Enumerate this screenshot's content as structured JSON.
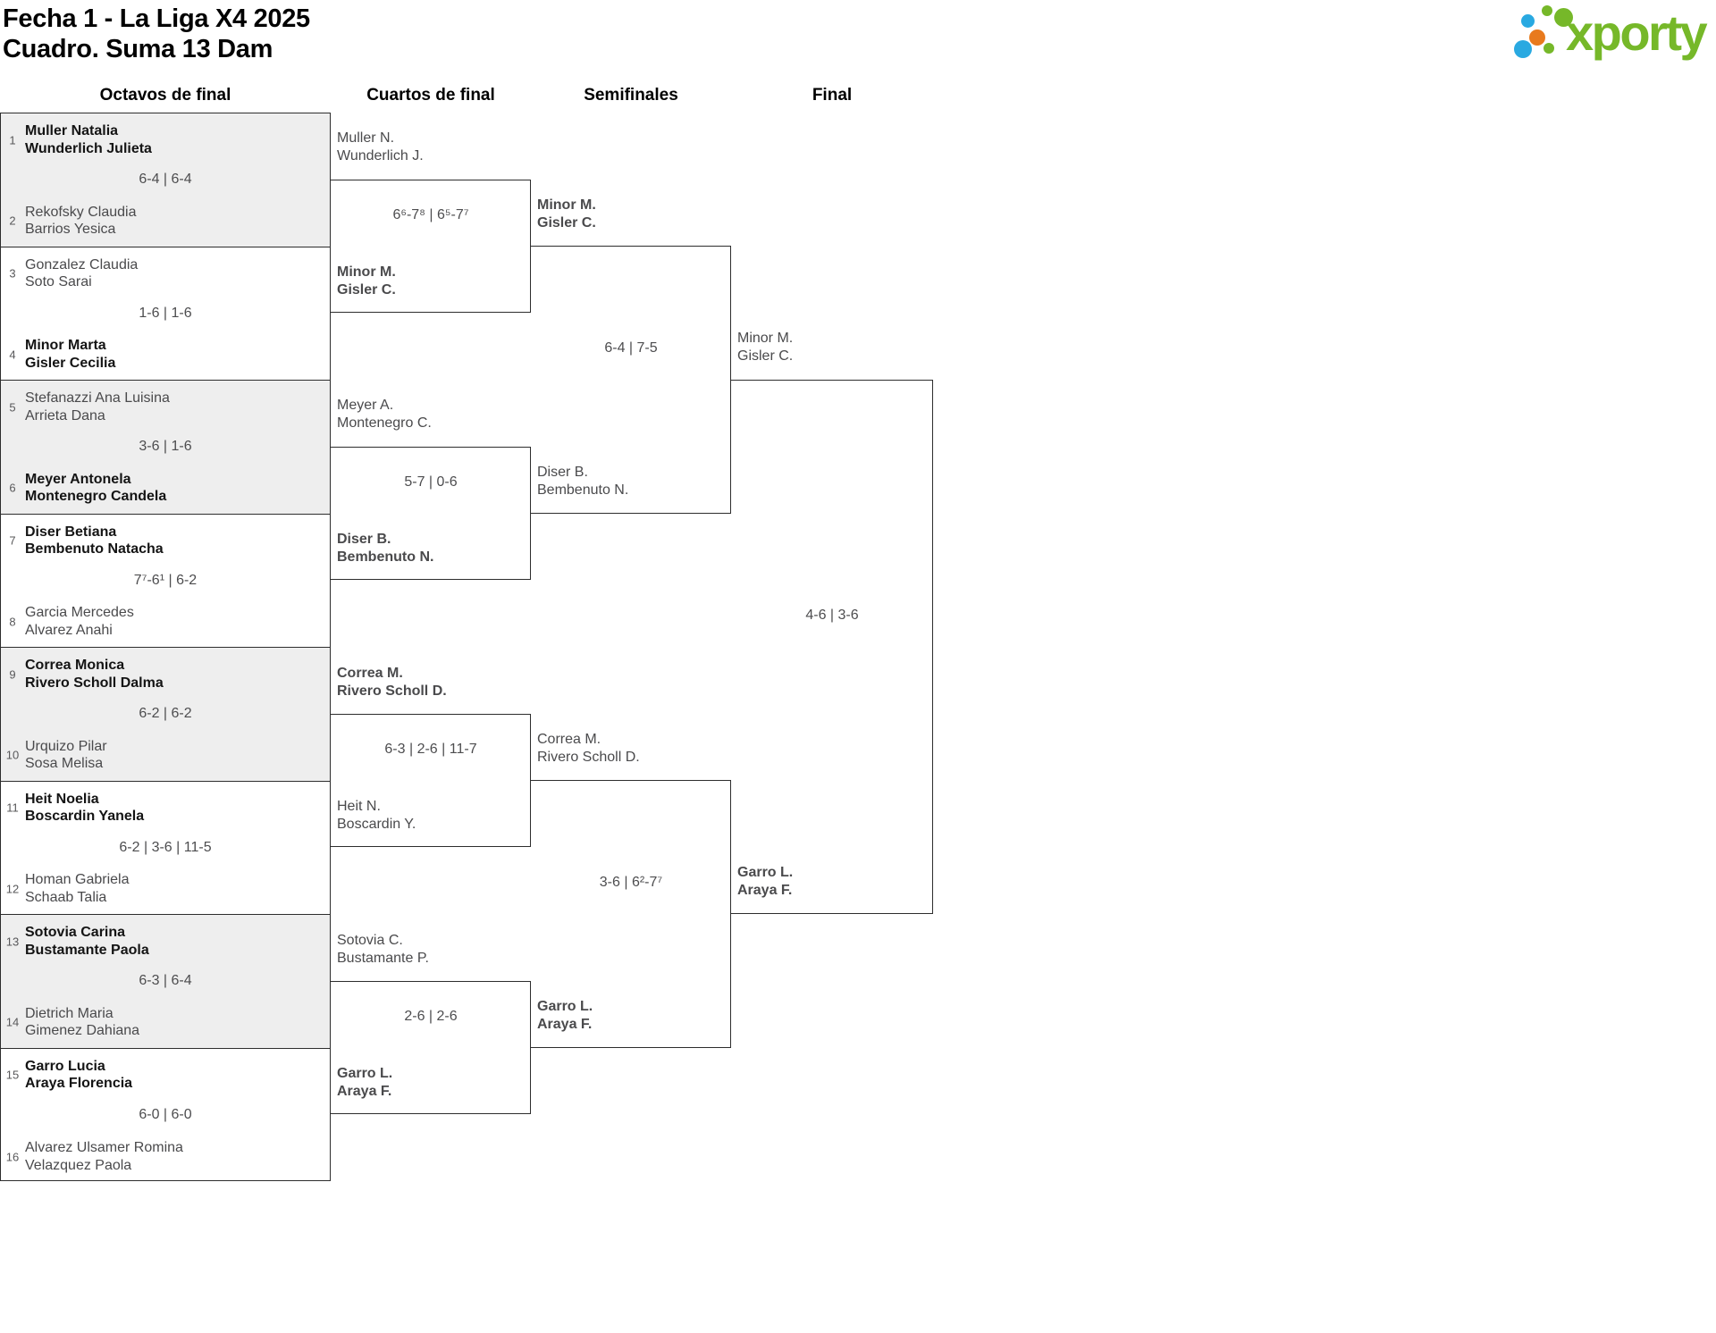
{
  "title": {
    "line1": "Fecha 1 - La Liga X4 2025",
    "line2": "Cuadro. Suma 13 Dam"
  },
  "logo": {
    "brand": "xporty"
  },
  "colors": {
    "brand_green": "#76b829",
    "brand_blue": "#29a9e1",
    "brand_orange": "#e87a1d",
    "line": "#2d2d2d",
    "shade_row": "#eeeeee"
  },
  "round_headers": {
    "octavos": "Octavos de final",
    "cuartos": "Cuartos de final",
    "semifinales": "Semifinales",
    "final": "Final"
  },
  "r16": {
    "matches": [
      {
        "seed_top": "1",
        "top": {
          "p1": "Muller Natalia",
          "p2": "Wunderlich Julieta"
        },
        "score": "6-4 | 6-4",
        "seed_bottom": "2",
        "bottom": {
          "p1": "Rekofsky Claudia",
          "p2": "Barrios Yesica"
        },
        "winner": "top"
      },
      {
        "seed_top": "3",
        "top": {
          "p1": "Gonzalez Claudia",
          "p2": "Soto Sarai"
        },
        "score": "1-6 | 1-6",
        "seed_bottom": "4",
        "bottom": {
          "p1": "Minor Marta",
          "p2": "Gisler Cecilia"
        },
        "winner": "bottom"
      },
      {
        "seed_top": "5",
        "top": {
          "p1": "Stefanazzi Ana Luisina",
          "p2": "Arrieta Dana"
        },
        "score": "3-6 | 1-6",
        "seed_bottom": "6",
        "bottom": {
          "p1": "Meyer Antonela",
          "p2": "Montenegro Candela"
        },
        "winner": "bottom"
      },
      {
        "seed_top": "7",
        "top": {
          "p1": "Diser Betiana",
          "p2": "Bembenuto Natacha"
        },
        "score": "7⁷-6¹ | 6-2",
        "seed_bottom": "8",
        "bottom": {
          "p1": "Garcia Mercedes",
          "p2": "Alvarez Anahi"
        },
        "winner": "top"
      },
      {
        "seed_top": "9",
        "top": {
          "p1": "Correa Monica",
          "p2": "Rivero Scholl Dalma"
        },
        "score": "6-2 | 6-2",
        "seed_bottom": "10",
        "bottom": {
          "p1": "Urquizo Pilar",
          "p2": "Sosa Melisa"
        },
        "winner": "top"
      },
      {
        "seed_top": "11",
        "top": {
          "p1": "Heit Noelia",
          "p2": "Boscardin Yanela"
        },
        "score": "6-2 | 3-6 | 11-5",
        "seed_bottom": "12",
        "bottom": {
          "p1": "Homan Gabriela",
          "p2": "Schaab Talia"
        },
        "winner": "top"
      },
      {
        "seed_top": "13",
        "top": {
          "p1": "Sotovia Carina",
          "p2": "Bustamante Paola"
        },
        "score": "6-3 | 6-4",
        "seed_bottom": "14",
        "bottom": {
          "p1": "Dietrich Maria",
          "p2": "Gimenez Dahiana"
        },
        "winner": "top"
      },
      {
        "seed_top": "15",
        "top": {
          "p1": "Garro Lucia",
          "p2": "Araya Florencia"
        },
        "score": "6-0 | 6-0",
        "seed_bottom": "16",
        "bottom": {
          "p1": "Alvarez Ulsamer Romina",
          "p2": "Velazquez Paola"
        },
        "winner": "top"
      }
    ]
  },
  "quarterfinals": [
    {
      "top": {
        "p1": "Muller N.",
        "p2": "Wunderlich J."
      },
      "score": "6⁶-7⁸ | 6⁵-7⁷",
      "bottom": {
        "p1": "Minor M.",
        "p2": "Gisler C."
      },
      "winner": "bottom"
    },
    {
      "top": {
        "p1": "Meyer A.",
        "p2": "Montenegro C."
      },
      "score": "5-7 | 0-6",
      "bottom": {
        "p1": "Diser B.",
        "p2": "Bembenuto N."
      },
      "winner": "bottom"
    },
    {
      "top": {
        "p1": "Correa M.",
        "p2": "Rivero Scholl D."
      },
      "score": "6-3 | 2-6 | 11-7",
      "bottom": {
        "p1": "Heit N.",
        "p2": "Boscardin Y."
      },
      "winner": "top"
    },
    {
      "top": {
        "p1": "Sotovia C.",
        "p2": "Bustamante P."
      },
      "score": "2-6 | 2-6",
      "bottom": {
        "p1": "Garro L.",
        "p2": "Araya F."
      },
      "winner": "bottom"
    }
  ],
  "semifinals": [
    {
      "top": {
        "p1": "Minor M.",
        "p2": "Gisler C."
      },
      "score": "6-4 | 7-5",
      "bottom": {
        "p1": "Diser B.",
        "p2": "Bembenuto N."
      },
      "winner": "top"
    },
    {
      "top": {
        "p1": "Correa M.",
        "p2": "Rivero Scholl D."
      },
      "score": "3-6 | 6²-7⁷",
      "bottom": {
        "p1": "Garro L.",
        "p2": "Araya F."
      },
      "winner": "bottom"
    }
  ],
  "final": {
    "top": {
      "p1": "Minor M.",
      "p2": "Gisler C."
    },
    "score": "4-6 | 3-6",
    "bottom": {
      "p1": "Garro L.",
      "p2": "Araya F."
    },
    "winner": "bottom"
  }
}
